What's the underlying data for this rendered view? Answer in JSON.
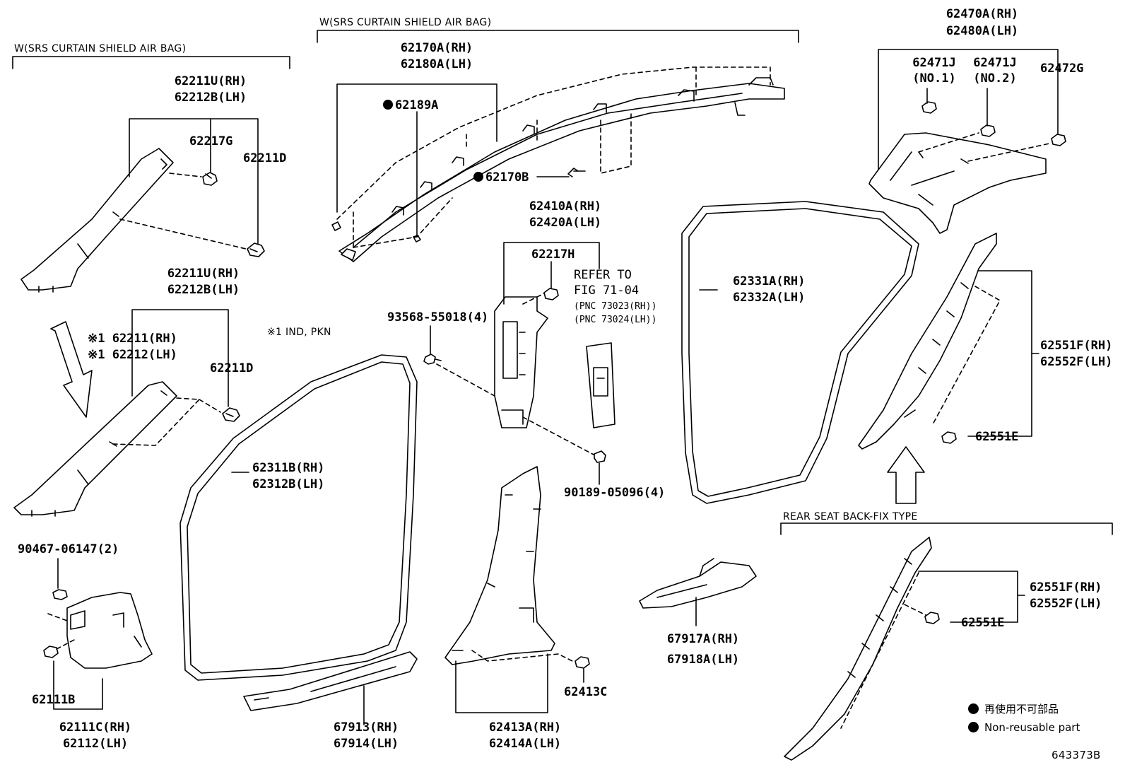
{
  "group_captions": {
    "left_airbag": "W(SRS CURTAIN SHIELD AIR BAG)",
    "top_airbag": "W(SRS CURTAIN SHIELD AIR BAG)",
    "rear_seat": "REAR SEAT BACK-FIX TYPE"
  },
  "labels": {
    "p62211U_rh_a": "62211U(RH)",
    "p62212B_lh_a": "62212B(LH)",
    "p62217G": "62217G",
    "p62211D_a": "62211D",
    "p62211U_rh_b": "62211U(RH)",
    "p62212B_lh_b": "62212B(LH)",
    "p62211_rh": "※1 62211(RH)",
    "p62212_lh": "※1 62212(LH)",
    "p62211D_b": "62211D",
    "note_ind_pkn": "※1 IND, PKN",
    "p62170A_rh": "62170A(RH)",
    "p62180A_lh": "62180A(LH)",
    "p62189A": "62189A",
    "p62170B": "62170B",
    "p62470A_rh": "62470A(RH)",
    "p62480A_lh": "62480A(LH)",
    "p62471J_1": "62471J",
    "p62471J_1_sub": "(NO.1)",
    "p62471J_2": "62471J",
    "p62471J_2_sub": "(NO.2)",
    "p62472G": "62472G",
    "p62410A_rh": "62410A(RH)",
    "p62420A_lh": "62420A(LH)",
    "p62217H": "62217H",
    "refer_to": "REFER TO",
    "fig_ref": "FIG 71-04",
    "pnc_rh": "(PNC 73023(RH))",
    "pnc_lh": "(PNC 73024(LH))",
    "p93568": "93568-55018(4)",
    "p90189": "90189-05096(4)",
    "p62331A_rh": "62331A(RH)",
    "p62332A_lh": "62332A(LH)",
    "p62551F_rh_a": "62551F(RH)",
    "p62552F_lh_a": "62552F(LH)",
    "p62551E_a": "62551E",
    "p62311B_rh": "62311B(RH)",
    "p62312B_lh": "62312B(LH)",
    "p90467": "90467-06147(2)",
    "p62111B": "62111B",
    "p62111C_rh": "62111C(RH)",
    "p62112_lh": "62112(LH)",
    "p67913_rh": "67913(RH)",
    "p67914_lh": "67914(LH)",
    "p62413C": "62413C",
    "p62413A_rh": "62413A(RH)",
    "p62414A_lh": "62414A(LH)",
    "p67917A_rh": "67917A(RH)",
    "p67918A_lh": "67918A(LH)",
    "p62551F_rh_b": "62551F(RH)",
    "p62552F_lh_b": "62552F(LH)",
    "p62551E_b": "62551E"
  },
  "legend": {
    "jp": "再使用不可部品",
    "en": "Non-reusable part"
  },
  "figure_code": "643373B"
}
